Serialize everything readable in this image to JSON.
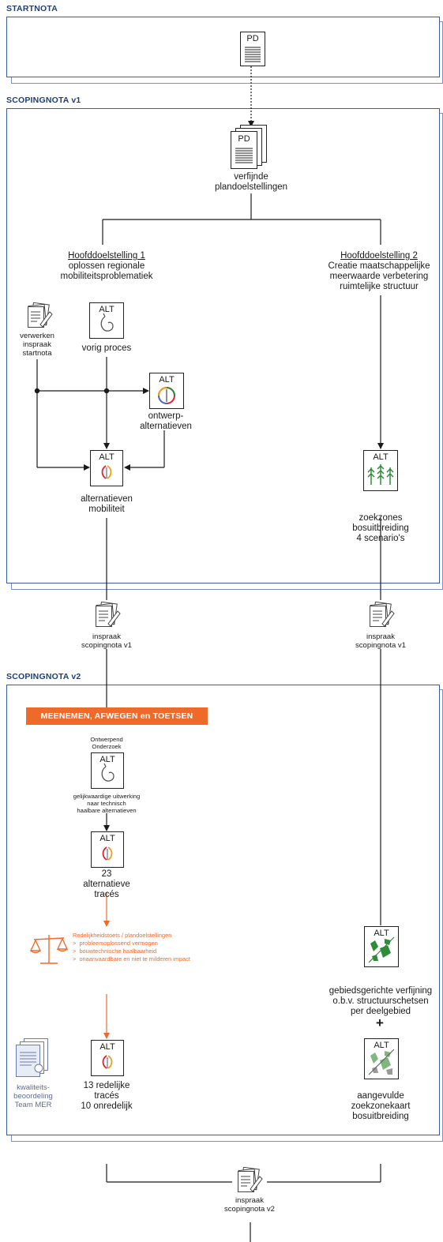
{
  "sections": {
    "startnota": "STARTNOTA",
    "scopingnota_v1": "SCOPINGNOTA v1",
    "scopingnota_v2": "SCOPINGNOTA v2"
  },
  "icons": {
    "pd_label": "PD",
    "alt_label": "ALT"
  },
  "scoping_v1": {
    "plan_goals": [
      "verfijnde",
      "plandoelstellingen"
    ],
    "goal1": {
      "heading": "Hoofddoelstelling 1",
      "lines": [
        "oplossen regionale",
        "mobiliteitsproblematiek"
      ]
    },
    "goal2": {
      "heading": "Hoofddoelstelling 2",
      "lines": [
        "Creatie maatschappelijke",
        "meerwaarde verbetering",
        "ruimtelijke structuur"
      ]
    },
    "input_startnota": [
      "verwerken",
      "inspraak",
      "startnota"
    ],
    "previous_process": "vorig proces",
    "design_alternatives": [
      "ontwerp-",
      "alternatieven"
    ],
    "mobility_alternatives": [
      "alternatieven",
      "mobiliteit"
    ],
    "search_zones": [
      "zoekzones",
      "bosuitbreiding",
      "4 scenario's"
    ]
  },
  "consultation_v1": {
    "left": [
      "inspraak",
      "scopingnota v1"
    ],
    "right": [
      "inspraak",
      "scopingnota v1"
    ]
  },
  "scoping_v2": {
    "banner": "MEENEMEN, AFWEGEN en TOETSEN",
    "research": [
      "Ontwerpend",
      "Onderzoek"
    ],
    "elaboration": [
      "gelijkwaardige uitwerking",
      "naar technisch",
      "haalbare alternatieven"
    ],
    "alt_routes": [
      "23",
      "alternatieve",
      "tracés"
    ],
    "reasonableness": {
      "title": "Redelijkheidstoets / plandoelstellingen",
      "items": [
        "probleemoplossend vermogen",
        "bouwtechnische haalbaarheid",
        "onaanvaardbare en niet te milderen impact"
      ]
    },
    "quality_review": [
      "kwaliteits-",
      "beoordeling",
      "Team MER"
    ],
    "result_routes": [
      "13 redelijke",
      "tracés",
      "10 onredelijk"
    ],
    "area_refinement": [
      "gebiedsgerichte verfijning",
      "o.b.v. structuurschetsen",
      "per deelgebied"
    ],
    "plus": "+",
    "search_zone_map": [
      "aangevulde",
      "zoekzonekaart",
      "bosuitbreiding"
    ]
  },
  "consultation_v2": [
    "inspraak",
    "scopingnota v2"
  ],
  "colors": {
    "frame": "#3b5ca0",
    "section_title": "#1f3f7a",
    "banner": "#ee6a2b",
    "green_icon": "#2e8b3a"
  }
}
